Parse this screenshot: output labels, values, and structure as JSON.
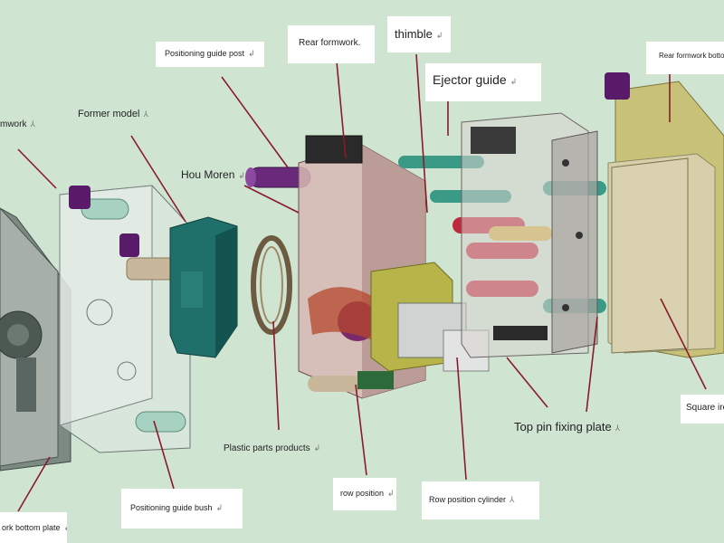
{
  "labels": {
    "rear_formwork_left": "mwork",
    "former_model": "Former model",
    "positioning_guide_post": "Positioning guide post",
    "rear_formwork": "Rear formwork.",
    "thimble": "thimble",
    "ejector_guide": "Ejector guide",
    "rear_formwork_bottom_right": "Rear formwork botto",
    "hou_moren": "Hou Moren",
    "square_iron": "Square iro",
    "top_pin_fixing_plate": "Top pin fixing plate",
    "plastic_parts_products": "Plastic parts products",
    "row_position": "row position",
    "row_position_cylinder": "Row position cylinder",
    "positioning_guide_bush": "Positioning guide bush",
    "formwork_bottom_plate": "ork bottom plate"
  },
  "colors": {
    "background": "#cfe5d2",
    "leader_line": "#8a1a2b",
    "label_bg": "#ffffff",
    "teal_part": "#1f6f6a",
    "olive_part": "#b7b54a",
    "purple_post": "#5a1a6a",
    "red_pin": "#c0283b",
    "green_rod": "#3a9a86"
  }
}
